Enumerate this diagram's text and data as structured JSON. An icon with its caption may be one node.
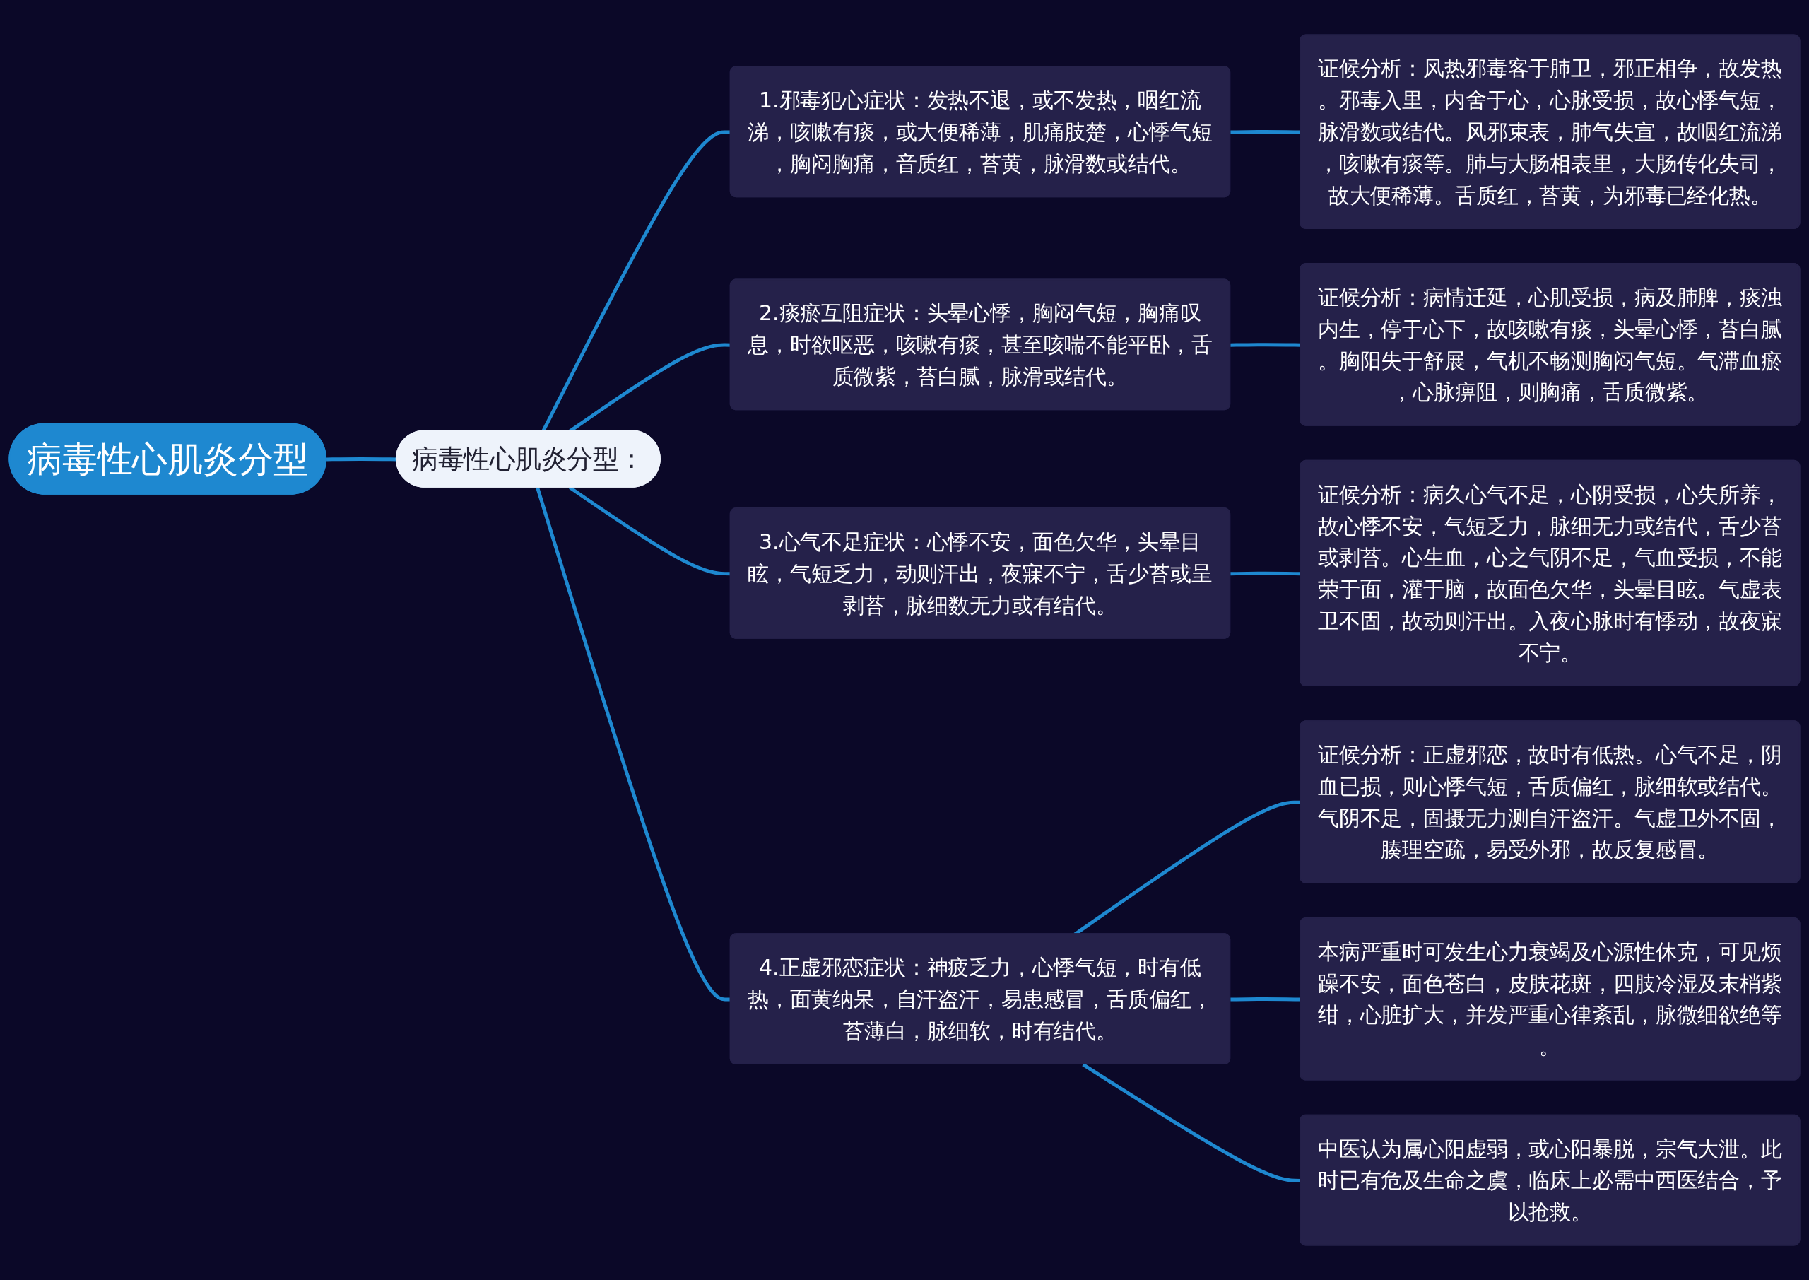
{
  "diagram": {
    "nodes": [
      {
        "text": [
          "病毒性心肌炎分型"
        ]
      },
      {
        "text": [
          "病毒性心肌炎分型："
        ]
      },
      {
        "text": [
          "1.邪毒犯心症状：发热不退，或不发热，咽红流涕，咳嗽有痰，或大便稀薄，肌痛肢楚，心悸气短，胸闷胸痛，音质红，苔黄，脉滑数或结代。"
        ]
      },
      {
        "text": [
          "证候分析：风热邪毒客于肺卫，邪正相争，故发热。邪毒入里，内舍于心，心脉受损，故心悸气短，脉滑数或结代。风邪束表，肺气失宣，故咽红流涕，咳嗽有痰等。肺与大肠相表里，大肠传化失司，故大便稀薄。舌质红，苔黄，为邪毒已经化热。"
        ]
      },
      {
        "text": [
          "2.痰瘀互阻症状：头晕心悸，胸闷气短，胸痛叹息，时欲呕恶，咳嗽有痰，甚至咳喘不能平卧，舌质微紫，苔白腻，脉滑或结代。"
        ]
      },
      {
        "text": [
          "证候分析：病情迁延，心肌受损，病及肺脾，痰浊内生，停于心下，故咳嗽有痰，头晕心悸，苔白腻。胸阳失于舒展，气机不畅测胸闷气短。气滞血瘀，心脉痹阻，则胸痛，舌质微紫。"
        ]
      },
      {
        "text": [
          "3.心气不足症状：心悸不安，面色欠华，头晕目眩，气短乏力，动则汗出，夜寐不宁，舌少苔或呈剥苔，脉细数无力或有结代。"
        ]
      },
      {
        "text": [
          "证候分析：病久心气不足，心阴受损，心失所养，故心悸不安，气短乏力，脉细无力或结代，舌少苔或剥苔。心生血，心之气阴不足，气血受损，不能荣于面，灌于脑，故面色欠华，头晕目眩。气虚表卫不固，故动则汗出。入夜心脉时有悸动，故夜寐不宁。"
        ]
      },
      {
        "text": [
          "4.正虚邪恋症状：神疲乏力，心悸气短，时有低热，面黄纳呆，自汗盗汗，易患感冒，舌质偏红，苔薄白，脉细软，时有结代。"
        ]
      },
      {
        "text": [
          "证候分析：正虚邪恋，故时有低热。心气不足，阴血已损，则心悸气短，舌质偏红，脉细软或结代。气阴不足，固摄无力测自汗盗汗。气虚卫外不固，腠理空疏，易受外邪，故反复感冒。"
        ]
      },
      {
        "text": [
          "本病严重时可发生心力衰竭及心源性休克，可见烦躁不安，面色苍白，皮肤花斑，四肢冷湿及末梢紫绀，心脏扩大，并发严重心律紊乱，脉微细欲绝等。"
        ]
      },
      {
        "text": [
          "中医认为属心阳虚弱，或心阳暴脱，宗气大泄。此时已有危及生命之虞，临床上必需中西医结合，予以抢救。"
        ]
      }
    ],
    "edges": [
      {
        "from": 0,
        "to": 1,
        "arrow": "none"
      },
      {
        "from": 1,
        "to": 2,
        "arrow": "none"
      },
      {
        "from": 2,
        "to": 3,
        "arrow": "none"
      },
      {
        "from": 1,
        "to": 4,
        "arrow": "none"
      },
      {
        "from": 4,
        "to": 5,
        "arrow": "none"
      },
      {
        "from": 1,
        "to": 6,
        "arrow": "none"
      },
      {
        "from": 6,
        "to": 7,
        "arrow": "none"
      },
      {
        "from": 1,
        "to": 8,
        "arrow": "none"
      },
      {
        "from": 8,
        "to": 9,
        "arrow": "none"
      },
      {
        "from": 8,
        "to": 10,
        "arrow": "none"
      },
      {
        "from": 8,
        "to": 11,
        "arrow": "none"
      }
    ]
  }
}
